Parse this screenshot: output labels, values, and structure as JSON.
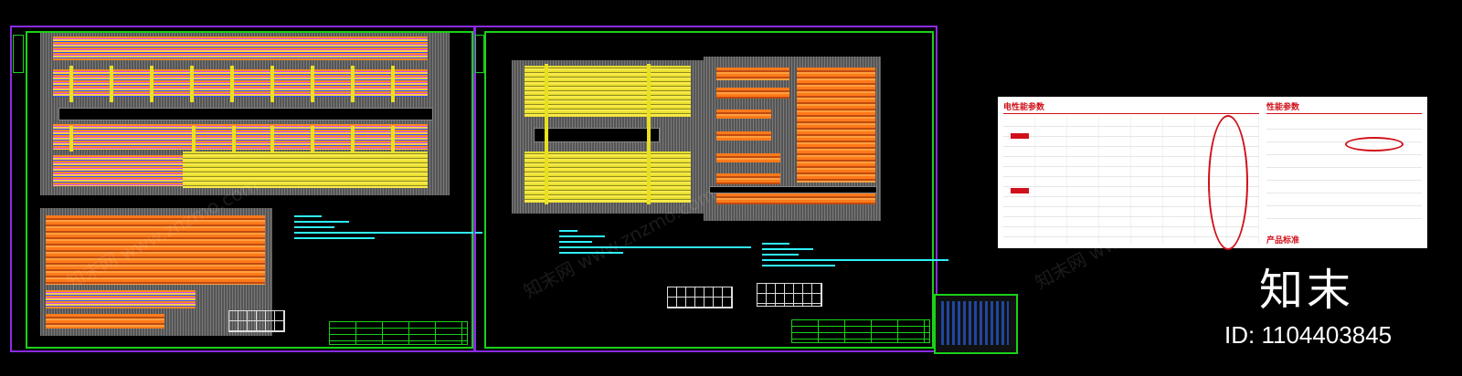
{
  "watermark": {
    "logo_text": "知末",
    "id_text": "ID: 1104403845"
  },
  "spec_panel": {
    "left_heading": "电性能参数",
    "right_heading": "性能参数",
    "bottom_heading": "产品标准"
  },
  "colors": {
    "sheet_border": "#8a2be2",
    "frame_border": "#19d219",
    "module_orange": "#ff7a1a",
    "module_yellow": "#e8e030",
    "leader_cyan": "#2ff0ff",
    "highlight_red": "#d0101a"
  }
}
